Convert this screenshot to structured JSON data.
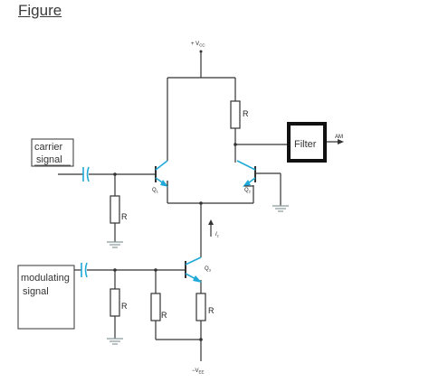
{
  "header": {
    "title": "Figure"
  },
  "circuit": {
    "vcc_label": "+ V",
    "vcc_sub": "CC",
    "vee_label": "−V",
    "vee_sub": "EE",
    "resistor_label": "R",
    "filter_label": "Filter",
    "am_label": "AM",
    "carrier_label_line1": "carrier",
    "carrier_label_line2": "signal",
    "modulating_label_line1": "modulating",
    "modulating_label_line2": "signal",
    "q1_label": "Q",
    "q1_sub": "1",
    "q2_label": "Q",
    "q2_sub": "2",
    "q3_label": "Q",
    "q3_sub": "3",
    "current_label": "I",
    "current_sub": "1"
  }
}
